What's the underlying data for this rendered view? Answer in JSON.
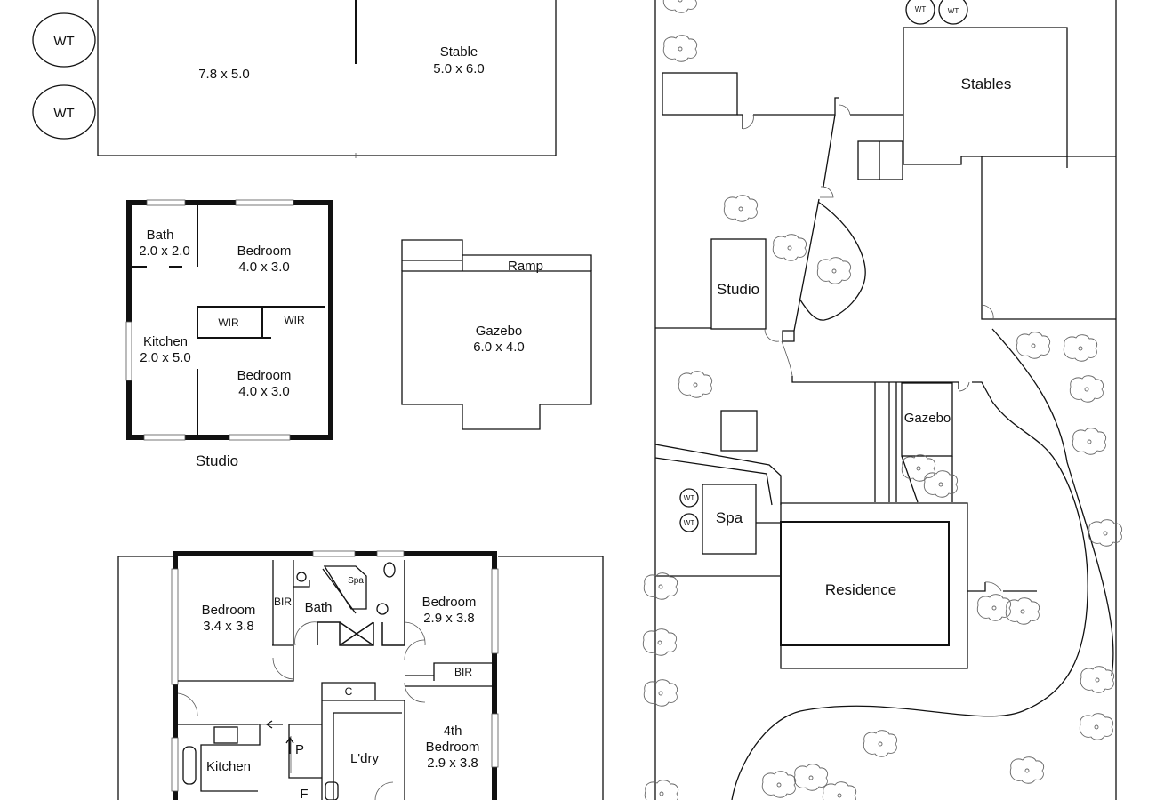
{
  "outbuilding": {
    "water_tank_1": "WT",
    "water_tank_2": "WT",
    "room_size": "7.8 x 5.0",
    "stable_label": "Stable",
    "stable_size": "5.0 x 6.0"
  },
  "studio_plan": {
    "title": "Studio",
    "bath_label": "Bath",
    "bath_size": "2.0 x 2.0",
    "bedroom1_label": "Bedroom",
    "bedroom1_size": "4.0 x 3.0",
    "wir1": "WIR",
    "wir2": "WIR",
    "kitchen_label": "Kitchen",
    "kitchen_size": "2.0 x 5.0",
    "bedroom2_label": "Bedroom",
    "bedroom2_size": "4.0 x 3.0"
  },
  "gazebo_plan": {
    "ramp_label": "Ramp",
    "gazebo_label": "Gazebo",
    "gazebo_size": "6.0 x 4.0"
  },
  "residence_plan": {
    "bedroom1_label": "Bedroom",
    "bedroom1_size": "3.4 x 3.8",
    "bir1": "BIR",
    "bath_label": "Bath",
    "spa_label": "Spa",
    "bedroom2_label": "Bedroom",
    "bedroom2_size": "2.9 x 3.8",
    "bir2": "BIR",
    "cupboard": "C",
    "bedroom4_label_1": "4th",
    "bedroom4_label_2": "Bedroom",
    "bedroom4_size": "2.9 x 3.8",
    "kitchen_label": "Kitchen",
    "pantry": "P",
    "fridge": "F",
    "laundry": "L'dry"
  },
  "site_plan": {
    "water_tank_1": "WT",
    "water_tank_2": "WT",
    "stables_label": "Stables",
    "studio_label": "Studio",
    "gazebo_label": "Gazebo",
    "spa_label": "Spa",
    "spa_tank_1": "WT",
    "spa_tank_2": "WT",
    "residence_label": "Residence"
  }
}
